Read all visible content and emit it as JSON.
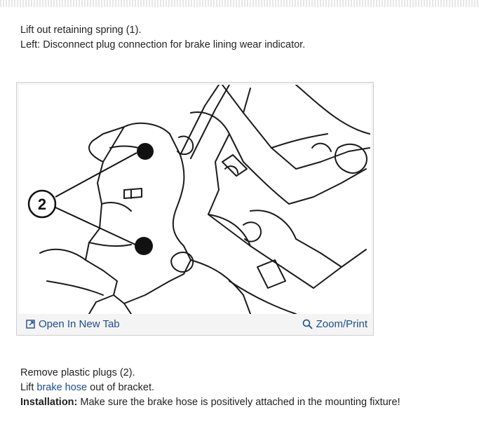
{
  "step1": {
    "line1": "Lift out retaining spring (1).",
    "line2": "Left: Disconnect plug connection for brake lining wear indicator."
  },
  "figure": {
    "callout_label": "2",
    "open_tab_label": "Open In New Tab",
    "zoom_label": "Zoom/Print"
  },
  "step2": {
    "line1": "Remove plastic plugs (2).",
    "line2_prefix": "Lift ",
    "line2_link": "brake hose",
    "line2_suffix": " out of bracket.",
    "line3_label": "Installation:",
    "line3_text": " Make sure the brake hose is positively attached in the mounting fixture!"
  },
  "colors": {
    "link": "#1a4d8f",
    "text": "#222222"
  },
  "icons": {
    "open_tab": "open-new-tab-icon",
    "zoom": "magnifier-icon"
  }
}
